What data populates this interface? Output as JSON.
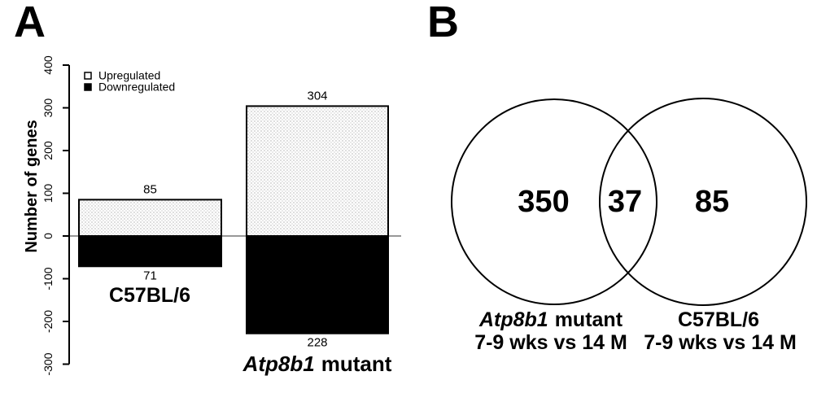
{
  "panels": {
    "a_label": "A",
    "b_label": "B"
  },
  "chart_data": [
    {
      "type": "bar",
      "panel": "A",
      "title": "",
      "xlabel": "",
      "ylabel": "Number of genes",
      "ylim": [
        -300,
        400
      ],
      "yticks": [
        400,
        300,
        200,
        100,
        0,
        -100,
        -200,
        -300
      ],
      "categories": [
        "C57BL/6",
        "Atp8b1 mutant"
      ],
      "series": [
        {
          "name": "Upregulated",
          "style": "stippled-white",
          "values": [
            85,
            304
          ]
        },
        {
          "name": "Downregulated",
          "style": "solid-black",
          "values": [
            -71,
            -228
          ]
        }
      ],
      "bar_value_labels": {
        "up": [
          "85",
          "304"
        ],
        "down": [
          "71",
          "228"
        ]
      },
      "legend_position": "top-left",
      "grid": false,
      "zero_line": true
    },
    {
      "type": "venn",
      "panel": "B",
      "regions": [
        {
          "set": "Atp8b1 mutant 7-9 wks vs 14 M",
          "value": 350
        },
        {
          "set": "intersection",
          "value": 37
        },
        {
          "set": "C57BL/6 7-9 wks vs 14 M",
          "value": 85
        }
      ]
    }
  ],
  "panelA": {
    "ylabel": "Number of genes",
    "legend": {
      "up": "Upregulated",
      "down": "Downregulated"
    },
    "cat1": "C57BL/6",
    "cat2_italic": "Atp8b1",
    "cat2_rest": "mutant"
  },
  "panelB": {
    "count_left": "350",
    "count_mid": "37",
    "count_right": "85",
    "left_name_italic": "Atp8b1",
    "left_name_rest": "mutant",
    "left_sub": "7-9 wks vs 14 M",
    "right_name": "C57BL/6",
    "right_sub": "7-9 wks vs 14 M"
  },
  "colors": {
    "ink": "#000000",
    "background": "#ffffff",
    "zero_line": "#777777",
    "stipple_dot": "#999999"
  }
}
